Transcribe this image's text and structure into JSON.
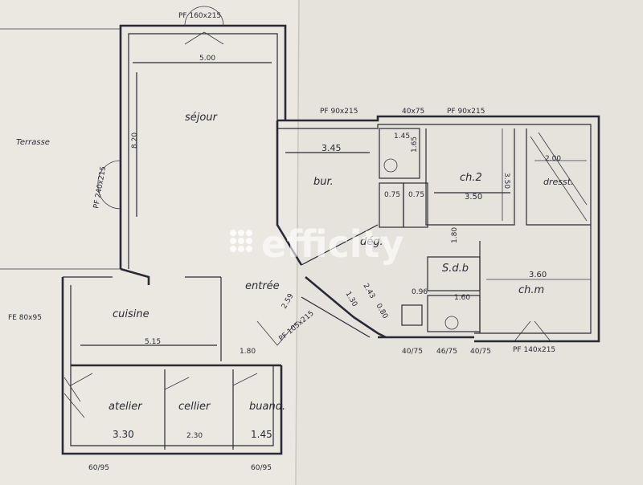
{
  "rooms": {
    "sejour": "séjour",
    "terrasse": "Terrasse",
    "bureau": "bur.",
    "chambre2": "ch.2",
    "dressing": "dresst.",
    "degagement": "dég.",
    "entree": "entrée",
    "cuisine": "cuisine",
    "salle_de_bain": "S.d.b",
    "chambre": "ch.m",
    "atelier": "atelier",
    "cellier": "cellier",
    "buanderie": "buand."
  },
  "dimensions": {
    "sejour_width": "5.00",
    "sejour_depth": "8.20",
    "bureau_width": "3.45",
    "ch2_width": "3.50",
    "ch2_depth": "3.50",
    "dressing_width": "2.00",
    "wc_width": "1.45",
    "wc_depth": "1.65",
    "placard_a": "0.75",
    "placard_b": "0.75",
    "deg_depth": "1.80",
    "chm_width": "3.60",
    "sdb_width": "1.60",
    "sdb_b": "0.96",
    "cuisine_width": "5.15",
    "entree_width": "1.80",
    "atelier_width": "3.30",
    "cellier_width": "2.30",
    "buand_width": "1.45",
    "diag_a": "2.59",
    "diag_b": "1.30",
    "diag_c": "2.43",
    "diag_d": "0.80"
  },
  "openings": {
    "pf_sejour_top": "PF 160x215",
    "pf_bureau": "PF 90x215",
    "window_wc": "40x75",
    "pf_ch2": "PF 90x215",
    "pf_sejour_side": "PF 240x215",
    "pf_entree": "PF 105x215",
    "fe_cuisine": "FE 80x95",
    "win_sdb_a": "40/75",
    "win_sdb_b": "46/75",
    "win_sdb_c": "40/75",
    "pf_chm": "PF 140x215",
    "win_atelier": "60/95",
    "win_buand": "60/95"
  },
  "watermark": "efficity"
}
